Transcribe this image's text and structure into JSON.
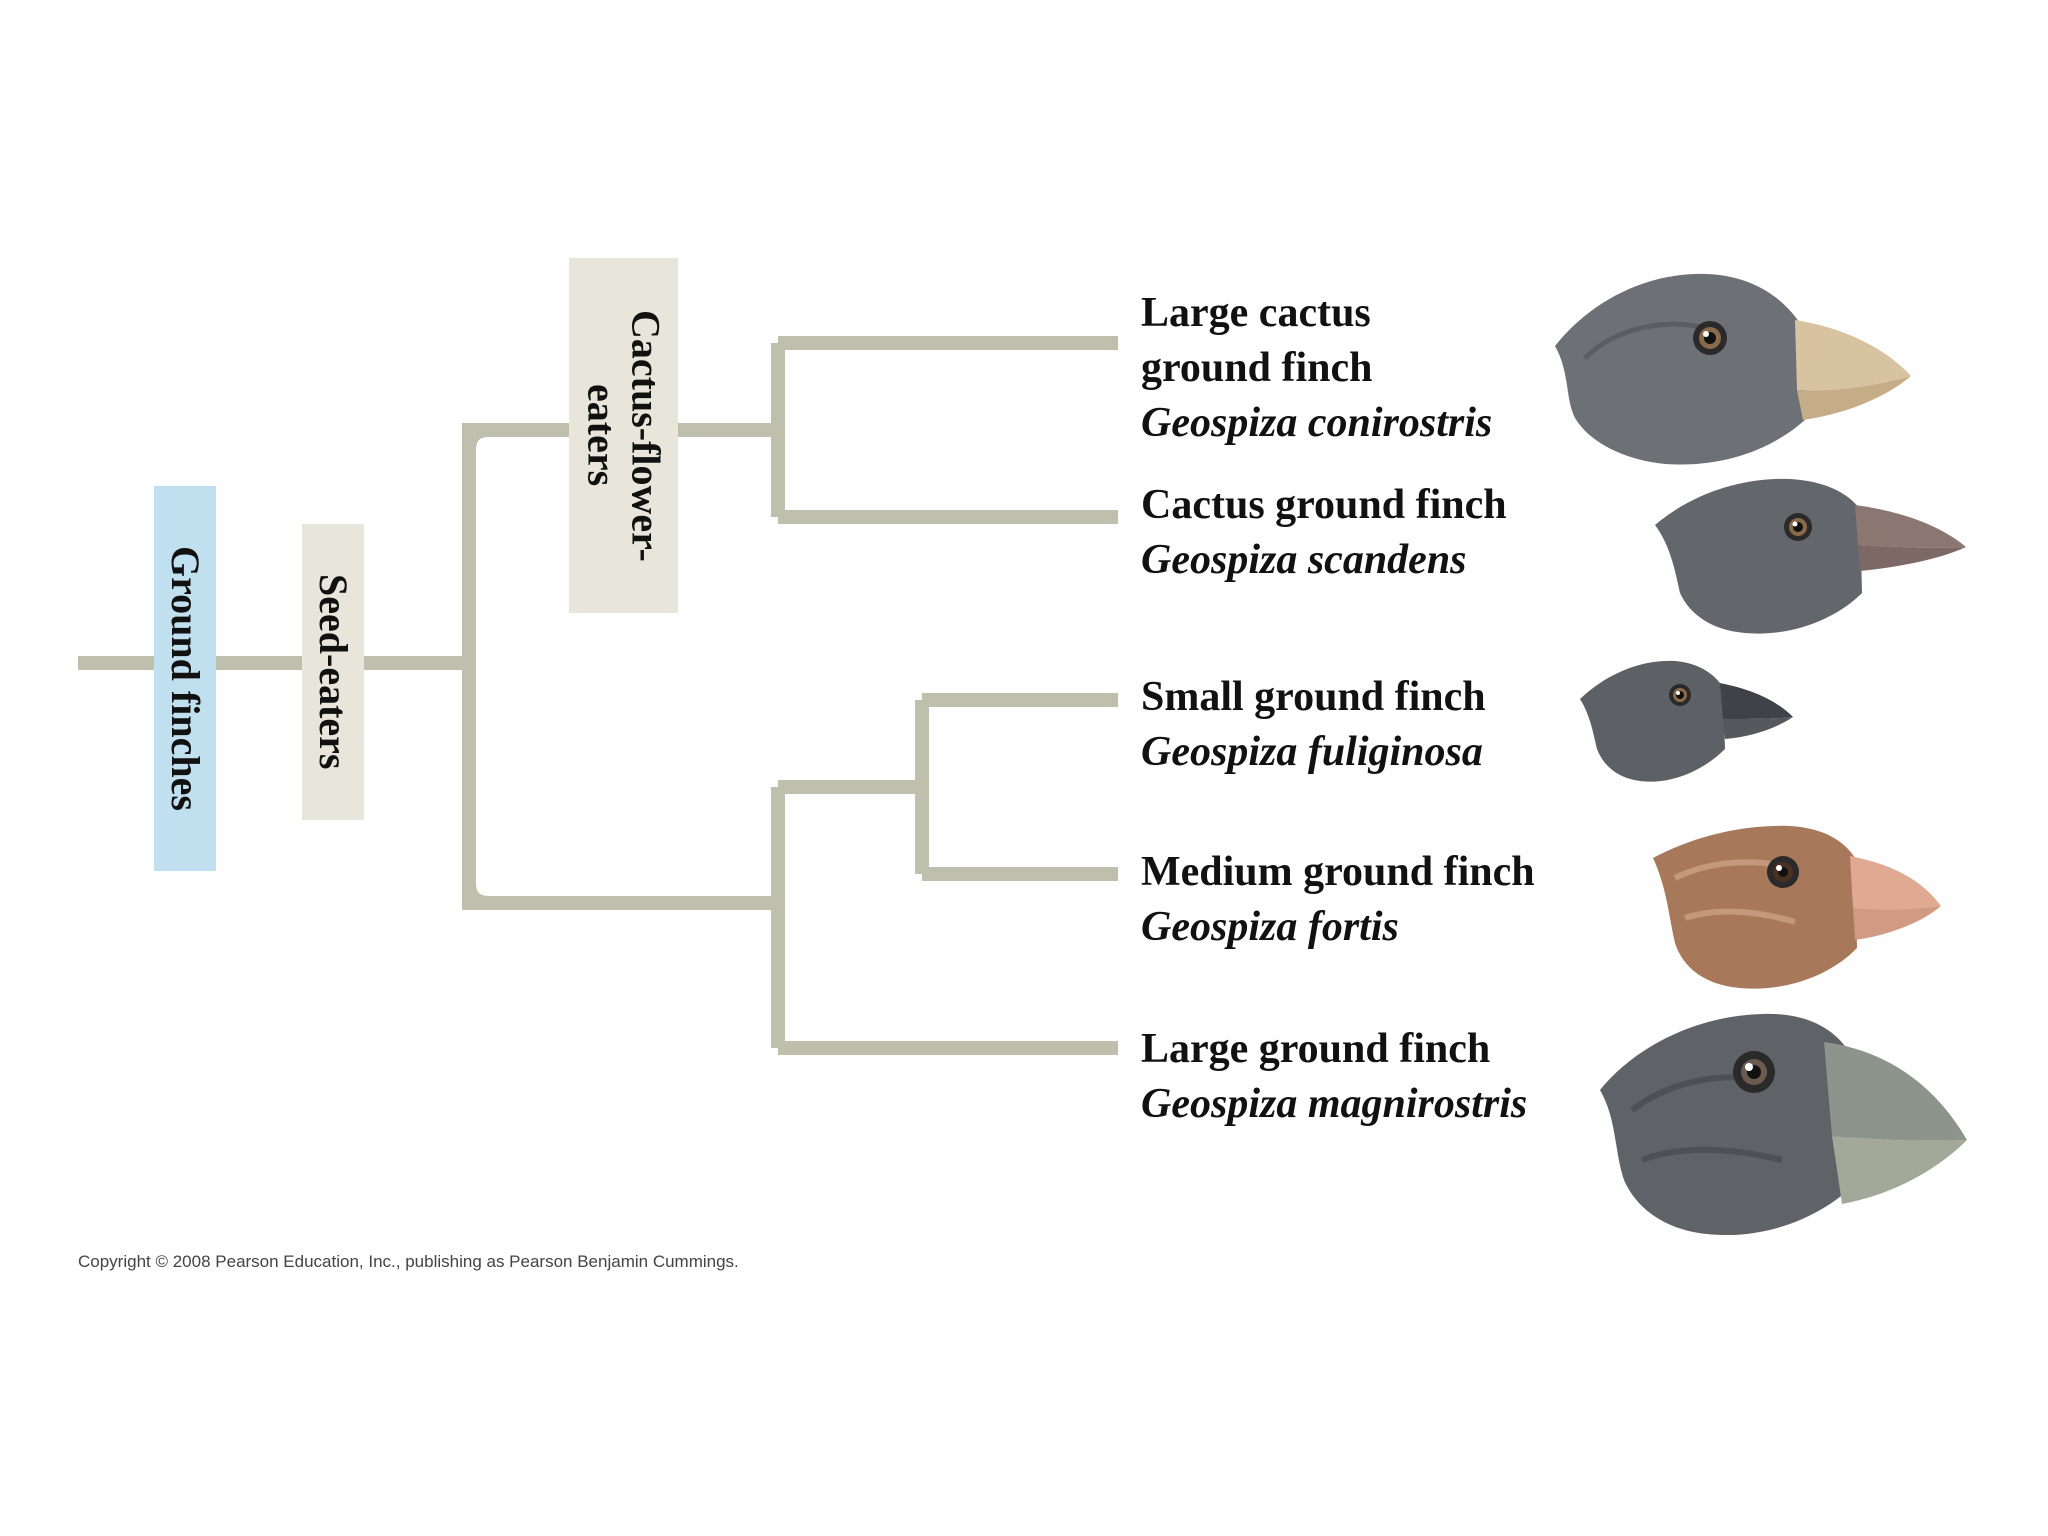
{
  "groups": {
    "ground_finches": "Ground finches",
    "seed_eaters": "Seed-eaters",
    "cactus_flower_eaters": "Cactus-flower-\neaters"
  },
  "species": [
    {
      "common": "Large cactus\nground finch",
      "scientific": "Geospiza conirostris"
    },
    {
      "common": "Cactus ground finch",
      "scientific": "Geospiza scandens"
    },
    {
      "common": "Small ground finch",
      "scientific": "Geospiza fuliginosa"
    },
    {
      "common": "Medium ground finch",
      "scientific": "Geospiza fortis"
    },
    {
      "common": "Large ground finch",
      "scientific": "Geospiza magnirostris"
    }
  ],
  "copyright": "Copyright © 2008 Pearson Education, Inc., publishing as Pearson Benjamin Cummings.",
  "colors": {
    "branch": "#bfbfae",
    "ground_finches_box": "#c1e0ef",
    "group_box": "#e8e6da",
    "bird_gray": "#6d7075",
    "bird_brown": "#a7785a"
  }
}
